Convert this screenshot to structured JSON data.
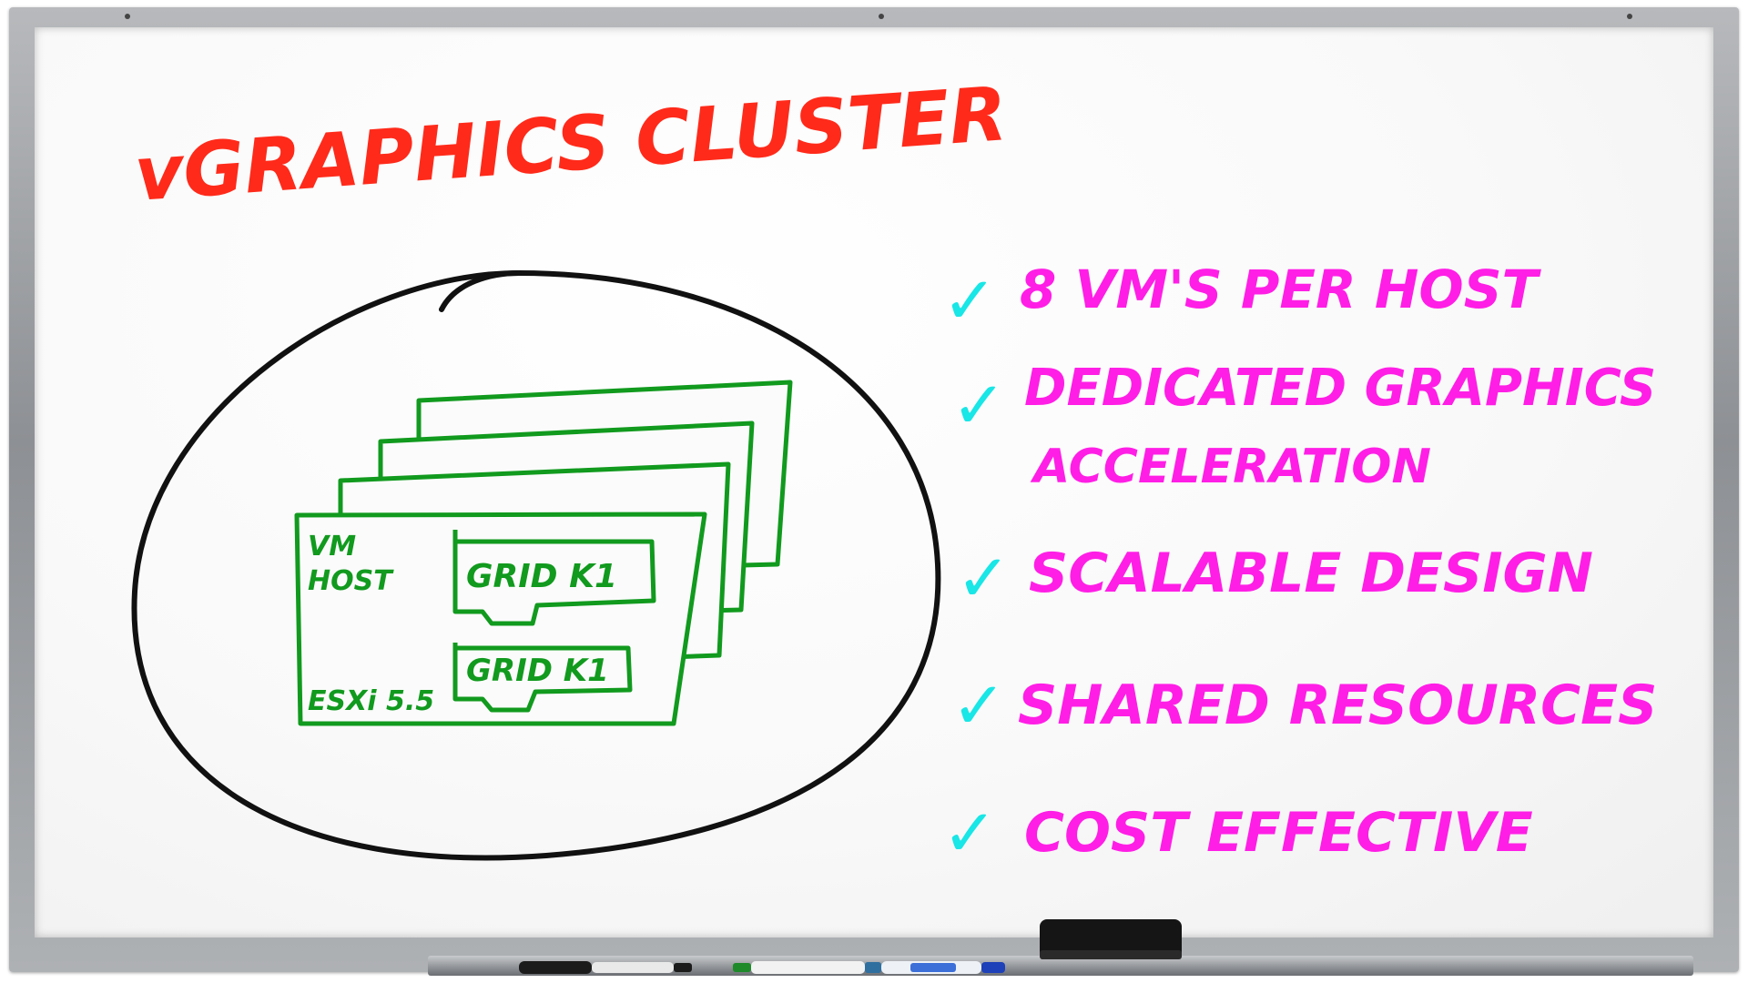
{
  "title": "vGRAPHICS CLUSTER",
  "diagram": {
    "card_label_line1": "VM",
    "card_label_line2": "HOST",
    "card_label_bottom": "ESXi 5.5",
    "gpu_labels": [
      "GRID K1",
      "GRID K1"
    ]
  },
  "checklist": [
    {
      "check": "✓",
      "lines": [
        "8 VM'S PER HOST"
      ]
    },
    {
      "check": "✓",
      "lines": [
        "DEDICATED GRAPHICS",
        "ACCELERATION"
      ]
    },
    {
      "check": "✓",
      "lines": [
        "SCALABLE DESIGN"
      ]
    },
    {
      "check": "✓",
      "lines": [
        "SHARED RESOURCES"
      ]
    },
    {
      "check": "✓",
      "lines": [
        "COST EFFECTIVE"
      ]
    }
  ],
  "colors": {
    "title": "#ff2a1a",
    "items": "#ff1ee6",
    "checks": "#19e6e6",
    "diagram": "#119a1e",
    "outline": "#111111"
  }
}
